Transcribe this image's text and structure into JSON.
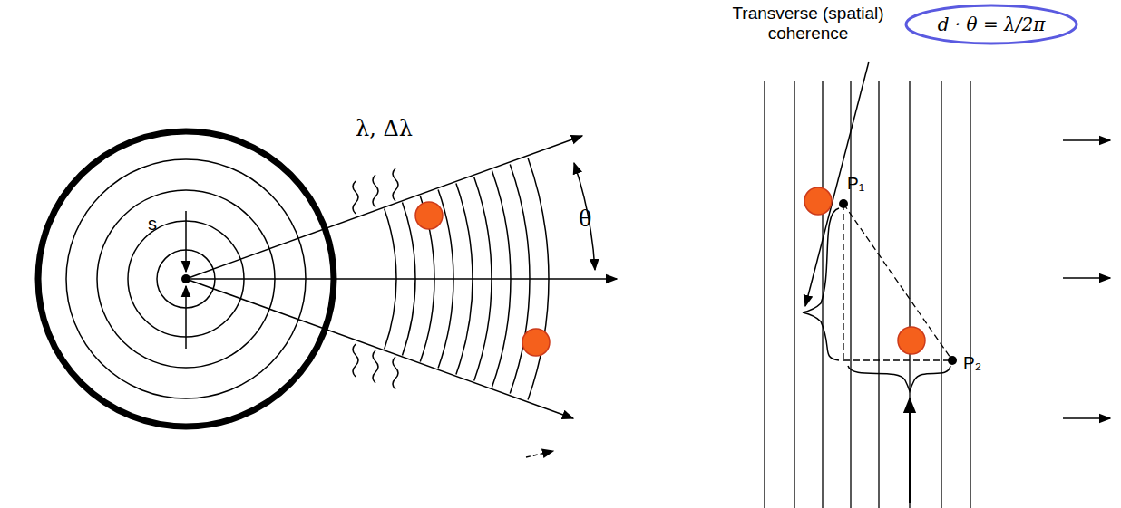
{
  "diagram": {
    "nodes": [
      {
        "text": [
          "d · θ = λ/2π"
        ]
      }
    ],
    "labels": [
      "Transverse (spatial) coherence",
      "λ, Δλ",
      "θ",
      "s",
      "P₁",
      "P₂"
    ]
  }
}
